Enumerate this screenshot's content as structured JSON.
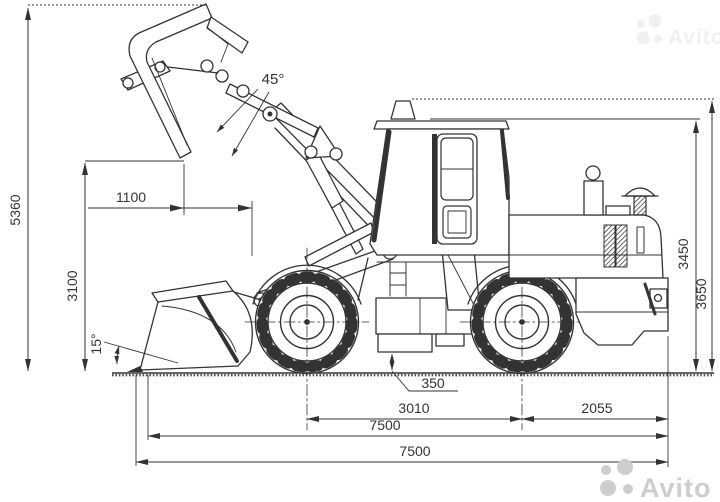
{
  "drawing": {
    "type": "technical-dimension-drawing",
    "subject": "wheel-loader-side-view",
    "dims": {
      "height_raised": "5360",
      "reach_45": "1100",
      "dump_clearance": "3100",
      "rake_angle": "15°",
      "dump_angle": "45°",
      "roof_height": "3450",
      "beacon_height": "3650",
      "ground_clearance": "350",
      "wheelbase": "3010",
      "rear_span": "2055",
      "length_a": "7500",
      "length_b": "7500"
    },
    "colors": {
      "line": "#333333",
      "background": "#ffffff",
      "watermark_bottom": "#cdcdcd",
      "watermark_top": "#f0f0f0"
    },
    "watermark": {
      "brand": "Avito"
    }
  }
}
